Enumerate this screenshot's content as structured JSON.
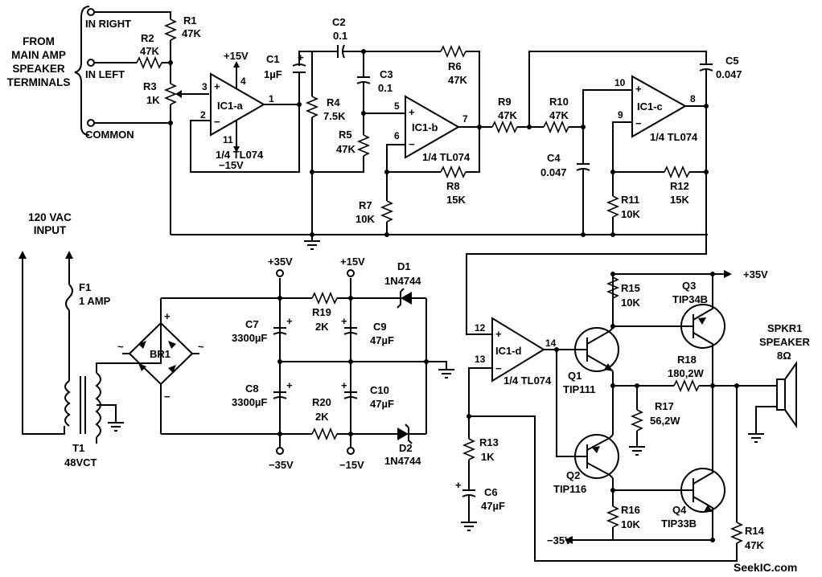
{
  "input_block": {
    "source_label_lines": [
      "FROM",
      "MAIN AMP",
      "SPEAKER",
      "TERMINALS"
    ],
    "in_right": "IN RIGHT",
    "in_left": "IN LEFT",
    "common": "COMMON"
  },
  "components": {
    "R1": {
      "ref": "R1",
      "value": "47K"
    },
    "R2": {
      "ref": "R2",
      "value": "47K"
    },
    "R3": {
      "ref": "R3",
      "value": "1K"
    },
    "R4": {
      "ref": "R4",
      "value": "7.5K"
    },
    "R5": {
      "ref": "R5",
      "value": "47K"
    },
    "R6": {
      "ref": "R6",
      "value": "47K"
    },
    "R7": {
      "ref": "R7",
      "value": "10K"
    },
    "R8": {
      "ref": "R8",
      "value": "15K"
    },
    "R9": {
      "ref": "R9",
      "value": "47K"
    },
    "R10": {
      "ref": "R10",
      "value": "47K"
    },
    "R11": {
      "ref": "R11",
      "value": "10K"
    },
    "R12": {
      "ref": "R12",
      "value": "15K"
    },
    "R13": {
      "ref": "R13",
      "value": "1K"
    },
    "R14": {
      "ref": "R14",
      "value": "47K"
    },
    "R15": {
      "ref": "R15",
      "value": "10K"
    },
    "R16": {
      "ref": "R16",
      "value": "10K"
    },
    "R17": {
      "ref": "R17",
      "value": "56,2W"
    },
    "R18": {
      "ref": "R18",
      "value": "180,2W"
    },
    "R19": {
      "ref": "R19",
      "value": "2K"
    },
    "R20": {
      "ref": "R20",
      "value": "2K"
    },
    "C1": {
      "ref": "C1",
      "value": "1µF"
    },
    "C2": {
      "ref": "C2",
      "value": "0.1"
    },
    "C3": {
      "ref": "C3",
      "value": "0.1"
    },
    "C4": {
      "ref": "C4",
      "value": "0.047"
    },
    "C5": {
      "ref": "C5",
      "value": "0.047"
    },
    "C6": {
      "ref": "C6",
      "value": "47µF"
    },
    "C7": {
      "ref": "C7",
      "value": "3300µF"
    },
    "C8": {
      "ref": "C8",
      "value": "3300µF"
    },
    "C9": {
      "ref": "C9",
      "value": "47µF"
    },
    "C10": {
      "ref": "C10",
      "value": "47µF"
    },
    "D1": {
      "ref": "D1",
      "value": "1N4744"
    },
    "D2": {
      "ref": "D2",
      "value": "1N4744"
    },
    "F1": {
      "ref": "F1",
      "value": "1 AMP"
    },
    "T1": {
      "ref": "T1",
      "value": "48VCT"
    },
    "BR1": {
      "ref": "BR1"
    },
    "Q1": {
      "ref": "Q1",
      "value": "TIP111"
    },
    "Q2": {
      "ref": "Q2",
      "value": "TIP116"
    },
    "Q3": {
      "ref": "Q3",
      "value": "TIP34B"
    },
    "Q4": {
      "ref": "Q4",
      "value": "TIP33B"
    },
    "SPKR1": {
      "ref": "SPKR1",
      "value_lines": [
        "SPEAKER",
        "8Ω"
      ]
    }
  },
  "opamps": {
    "ic1a": {
      "name": "IC1-a",
      "part": "1/4 TL074",
      "pins": {
        "noninv": "3",
        "inv": "2",
        "out": "1",
        "vpos": "4",
        "vneg": "11"
      }
    },
    "ic1b": {
      "name": "IC1-b",
      "part": "1/4 TL074",
      "pins": {
        "noninv": "5",
        "inv": "6",
        "out": "7"
      }
    },
    "ic1c": {
      "name": "IC1-c",
      "part": "1/4 TL074",
      "pins": {
        "noninv": "10",
        "inv": "9",
        "out": "8"
      }
    },
    "ic1d": {
      "name": "IC1-d",
      "part": "1/4 TL074",
      "pins": {
        "noninv": "12",
        "inv": "13",
        "out": "14"
      }
    }
  },
  "signs": {
    "plus": "+",
    "minus": "−",
    "ac": "~"
  },
  "supply": {
    "vpos15": "+15V",
    "vneg15": "−15V",
    "rail_p35": "+35V",
    "rail_p15": "+15V",
    "rail_n35": "−35V",
    "rail_n15": "−15V",
    "out_p35": "+35V",
    "out_n35": "−35V"
  },
  "mains": {
    "label_lines": [
      "120 VAC",
      "INPUT"
    ]
  },
  "watermark": "SeekIC.com"
}
